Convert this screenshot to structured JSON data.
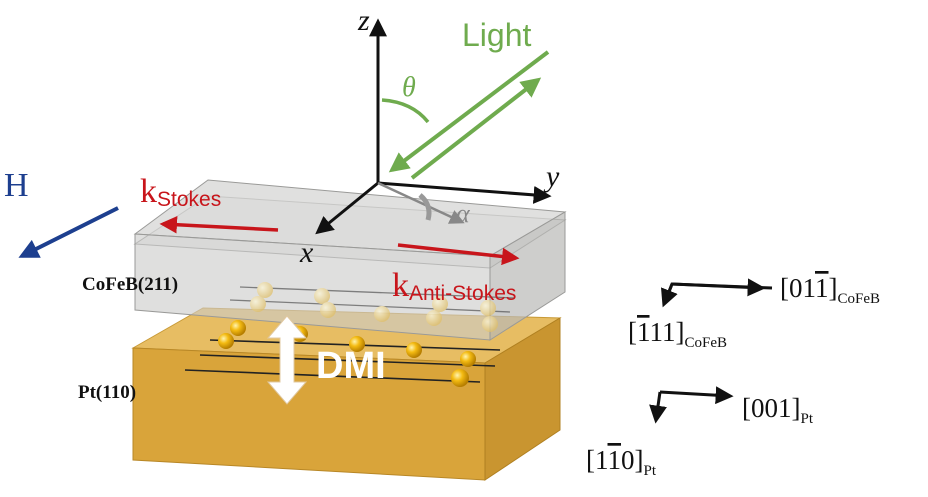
{
  "colors": {
    "light": "#6fab4e",
    "field": "#1d3f8f",
    "wave": "#c8151b",
    "axis": "#111111",
    "cofeb_layer": "#d8d8d6",
    "pt_layer": "#d9a43a",
    "atom": "#f2b50c",
    "dmi_arrow": "#ffffff"
  },
  "icons": {
    "light_beam": "double-green-arrow",
    "field_arrow": "blue-arrow",
    "dmi_arrow": "double-headed-arrow"
  },
  "labels": {
    "z": "z",
    "light": "Light",
    "theta": "θ",
    "y": "y",
    "alpha": "α",
    "x": "x",
    "h": "H",
    "k_stokes_main": "k",
    "k_stokes_sub": "Stokes",
    "k_anti_main": "k",
    "k_anti_sub": "Anti-Stokes",
    "cofeb": "CoFeB(211)",
    "pt": "Pt(110)",
    "dmi": "DMI"
  },
  "crystal_axes": {
    "cofeb_h_main": "[01",
    "cofeb_h_bar": "1",
    "cofeb_h_close": "]",
    "cofeb_h_sub": "CoFeB",
    "cofeb_v_open": "[",
    "cofeb_v_bar": "1",
    "cofeb_v_main": "11]",
    "cofeb_v_sub": "CoFeB",
    "pt_h_main": "[001]",
    "pt_h_sub": "Pt",
    "pt_v_open": "[1",
    "pt_v_bar": "1",
    "pt_v_close": "0]",
    "pt_v_sub": "Pt"
  }
}
